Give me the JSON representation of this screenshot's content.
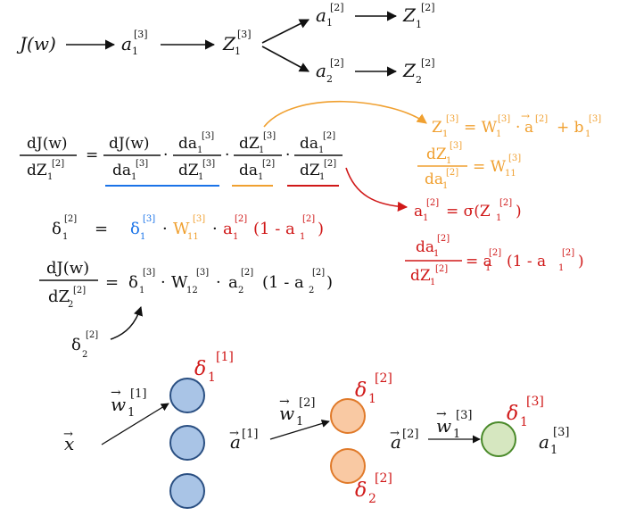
{
  "colors": {
    "ink": "#111111",
    "blue": "#1a73e8",
    "orange": "#f0a030",
    "red": "#d01818",
    "neuron_blue_fill": "#a9c4e6",
    "neuron_blue_stroke": "#2a4f82",
    "neuron_orange_fill": "#f9c9a3",
    "neuron_orange_stroke": "#e07a2a",
    "neuron_green_fill": "#d6e7c0",
    "neuron_green_stroke": "#4a8a2a"
  },
  "chain": {
    "J": "J(w)",
    "a3": "a",
    "a3_sub": "1",
    "a3_sup": "[3]",
    "z3": "Z",
    "z3_sub": "1",
    "z3_sup": "[3]",
    "a21": "a",
    "a21_sub": "1",
    "a21_sup": "[2]",
    "z21": "Z",
    "z21_sub": "1",
    "z21_sup": "[2]",
    "a22": "a",
    "a22_sub": "2",
    "a22_sup": "[2]",
    "z22": "Z",
    "z22_sub": "2",
    "z22_sup": "[2]"
  },
  "eq1": {
    "lhs_num": "dJ(w)",
    "lhs_den": "dZ",
    "lhs_den_sub": "1",
    "lhs_den_sup": "[2]",
    "equals": "=",
    "t1_num": "dJ(w)",
    "t1_den": "da",
    "t1_den_sub": "1",
    "t1_den_sup": "[3]",
    "t2_num": "da",
    "t2_den": "dZ",
    "t3_num": "dZ",
    "t3_den": "da",
    "t4_num": "da",
    "t4_den": "dZ",
    "dot": "·",
    "sub1": "1",
    "sup3": "[3]",
    "sup2": "[2]"
  },
  "delta1": {
    "lhs": "δ",
    "lhs_sub": "1",
    "lhs_sup": "[2]",
    "equals": "=",
    "d": "δ",
    "d_sub": "1",
    "d_sup": "[3]",
    "w": "W",
    "w_sub": "11",
    "w_sup": "[3]",
    "a": "a",
    "a_sub": "1",
    "a_sup": "[2]",
    "paren": "(1 - a",
    "paren_sub": "1",
    "paren_sup": "[2]",
    "close": ")",
    "dot": "·"
  },
  "eq2": {
    "num": "dJ(w)",
    "den": "dZ",
    "den_sub": "2",
    "den_sup": "[2]",
    "equals": "=",
    "d": "δ",
    "d_sub": "1",
    "d_sup": "[3]",
    "w": "W",
    "w_sub": "12",
    "w_sup": "[3]",
    "a": "a",
    "a_sub": "2",
    "a_sup": "[2]",
    "paren": "(1 - a",
    "paren_sub": "2",
    "paren_sup": "[2]",
    "close": ")",
    "dot": "·",
    "note": "δ",
    "note_sub": "2",
    "note_sup": "[2]"
  },
  "right": {
    "z_line_lhs": "Z",
    "z_line_sub": "1",
    "z_line_sup": "[3]",
    "z_line_eq": "= W",
    "z_line_wsub": "1",
    "z_line_wsup": "[3]",
    "z_line_dot": "·",
    "z_line_a": "a",
    "z_line_asup": "[2]",
    "z_line_plus": "+ b",
    "z_line_bsub": "1",
    "z_line_bsup": "[3]",
    "frac_num": "dZ",
    "frac_num_sub": "1",
    "frac_num_sup": "[3]",
    "frac_den": "da",
    "frac_den_sub": "1",
    "frac_den_sup": "[2]",
    "frac_eq": "= W",
    "frac_wsub": "11",
    "frac_wsup": "[3]",
    "sig_lhs": "a",
    "sig_sub": "1",
    "sig_sup": "[2]",
    "sig_eq": "= σ(Z",
    "sig_zsub": "1",
    "sig_zsup": "[2]",
    "sig_close": ")",
    "dsig_num": "da",
    "dsig_num_sub": "1",
    "dsig_num_sup": "[2]",
    "dsig_den": "dZ",
    "dsig_den_sub": "1",
    "dsig_den_sup": "[2]",
    "dsig_eq": "= a",
    "dsig_asub": "1",
    "dsig_asup": "[2]",
    "dsig_paren": "(1 - a",
    "dsig_psub": "1",
    "dsig_psup": "[2]",
    "dsig_close": ")"
  },
  "network": {
    "x": "x",
    "w1": "w",
    "w1_sub": "1",
    "w1_sup": "[1]",
    "delta1": "δ",
    "delta1_sub": "1",
    "delta1_sup": "[1]",
    "a1": "a",
    "a1_sup": "[1]",
    "w2": "w",
    "w2_sub": "1",
    "w2_sup": "[2]",
    "delta2a": "δ",
    "delta2a_sub": "1",
    "delta2a_sup": "[2]",
    "delta2b": "δ",
    "delta2b_sub": "2",
    "delta2b_sup": "[2]",
    "a2": "a",
    "a2_sup": "[2]",
    "w3": "w",
    "w3_sub": "1",
    "w3_sup": "[3]",
    "delta3": "δ",
    "delta3_sub": "1",
    "delta3_sup": "[3]",
    "out": "a",
    "out_sub": "1",
    "out_sup": "[3]"
  }
}
